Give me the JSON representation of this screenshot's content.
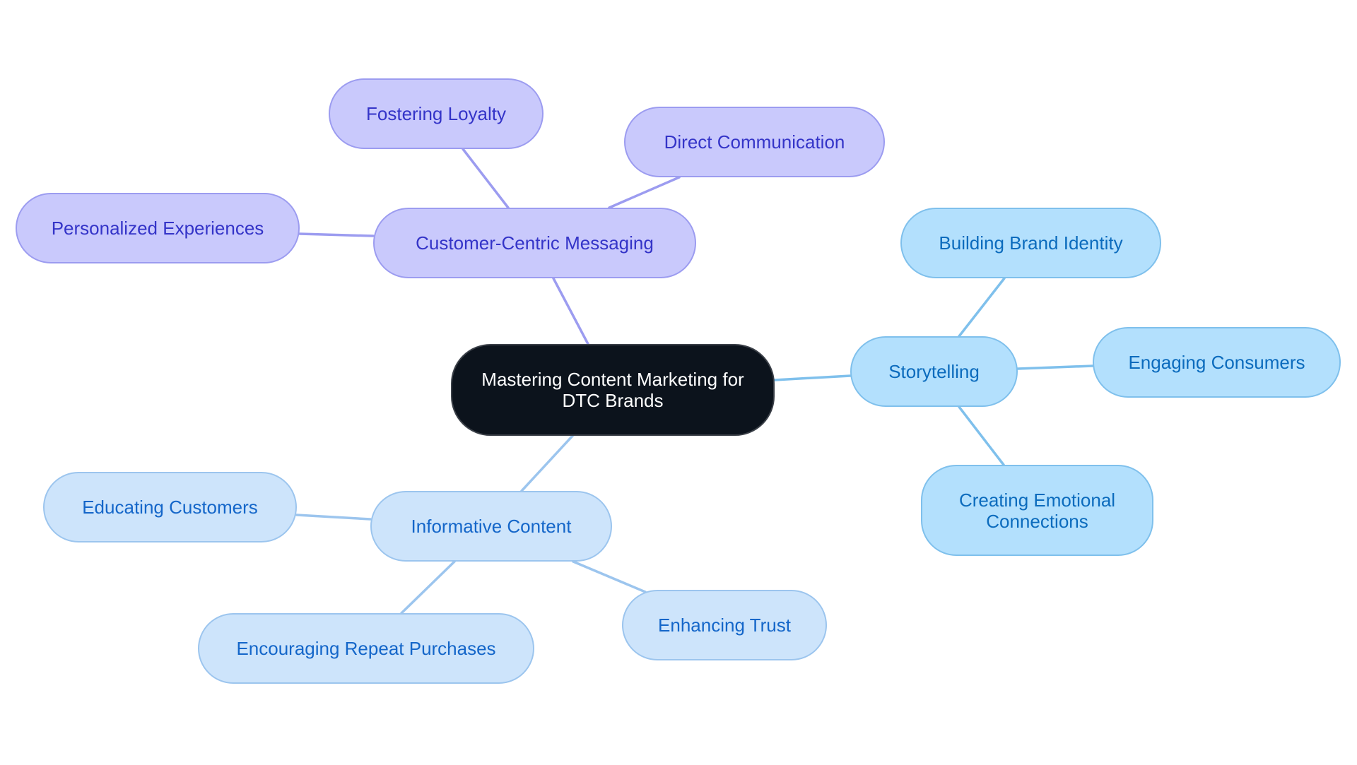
{
  "diagram": {
    "type": "mindmap",
    "root": {
      "id": "root",
      "label": "Mastering Content Marketing for DTC Brands"
    },
    "branches": [
      {
        "id": "ccm",
        "label": "Customer-Centric Messaging",
        "theme": "purple",
        "children": [
          {
            "id": "loyalty",
            "label": "Fostering Loyalty"
          },
          {
            "id": "direct",
            "label": "Direct Communication"
          },
          {
            "id": "personal",
            "label": "Personalized Experiences"
          }
        ]
      },
      {
        "id": "story",
        "label": "Storytelling",
        "theme": "sky",
        "children": [
          {
            "id": "brand",
            "label": "Building Brand Identity"
          },
          {
            "id": "engaging",
            "label": "Engaging Consumers"
          },
          {
            "id": "emotional",
            "label": "Creating Emotional Connections"
          }
        ]
      },
      {
        "id": "info",
        "label": "Informative Content",
        "theme": "pale",
        "children": [
          {
            "id": "educating",
            "label": "Educating Customers"
          },
          {
            "id": "repeat",
            "label": "Encouraging Repeat Purchases"
          },
          {
            "id": "trust",
            "label": "Enhancing Trust"
          }
        ]
      }
    ],
    "edges": [
      {
        "from": "root",
        "to": "ccm",
        "theme": "purple"
      },
      {
        "from": "ccm",
        "to": "loyalty",
        "theme": "purple"
      },
      {
        "from": "ccm",
        "to": "direct",
        "theme": "purple"
      },
      {
        "from": "ccm",
        "to": "personal",
        "theme": "purple"
      },
      {
        "from": "root",
        "to": "story",
        "theme": "sky"
      },
      {
        "from": "story",
        "to": "brand",
        "theme": "sky"
      },
      {
        "from": "story",
        "to": "engaging",
        "theme": "sky"
      },
      {
        "from": "story",
        "to": "emotional",
        "theme": "sky"
      },
      {
        "from": "root",
        "to": "info",
        "theme": "pale"
      },
      {
        "from": "info",
        "to": "educating",
        "theme": "pale"
      },
      {
        "from": "info",
        "to": "repeat",
        "theme": "pale"
      },
      {
        "from": "info",
        "to": "trust",
        "theme": "pale"
      }
    ]
  },
  "theme_colors": {
    "root": {
      "fill": "#0c131c",
      "text": "#ffffff"
    },
    "purple": {
      "fill": "#c9c9fc",
      "stroke": "#9c9cf0",
      "text": "#3434c8",
      "edge": "#9c9cf0"
    },
    "sky": {
      "fill": "#b3e0fd",
      "stroke": "#7fc0ec",
      "text": "#0b6bbd",
      "edge": "#7fc0ec"
    },
    "pale": {
      "fill": "#cde4fb",
      "stroke": "#9cc5ee",
      "text": "#1466c9",
      "edge": "#9cc5ee"
    }
  }
}
